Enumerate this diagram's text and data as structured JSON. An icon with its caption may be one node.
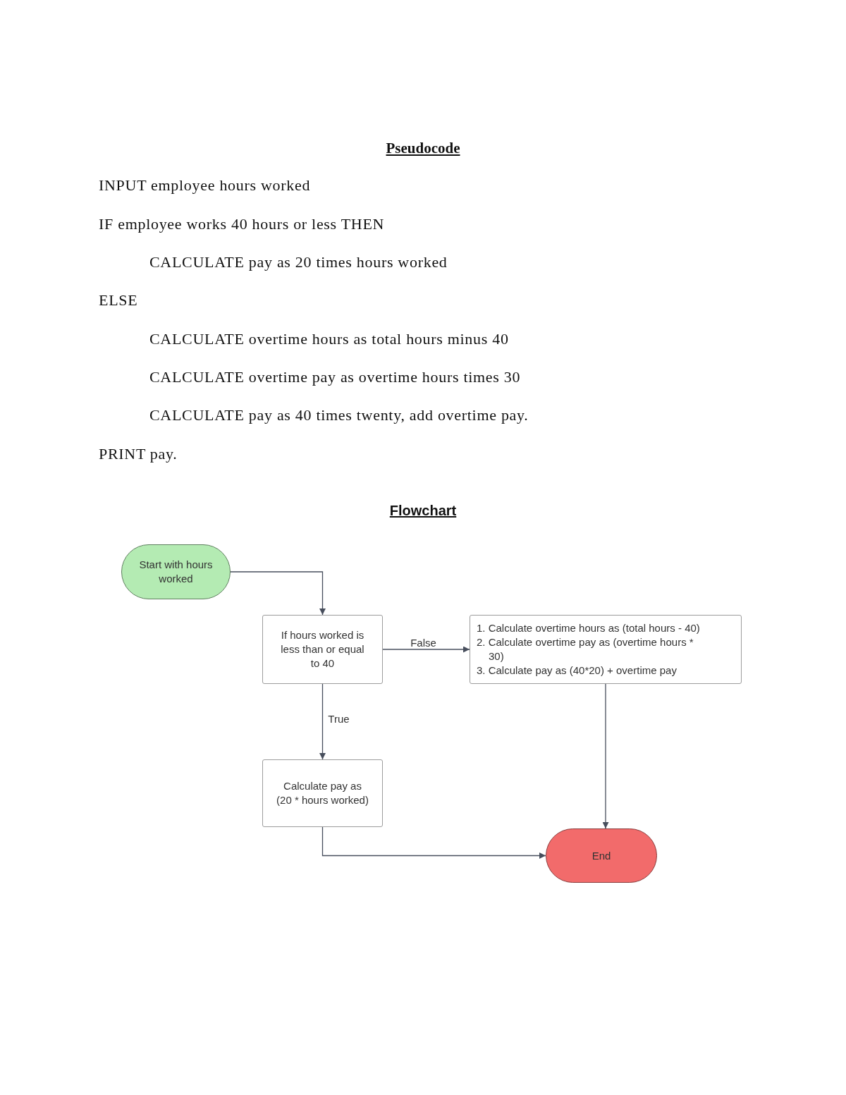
{
  "diagram": {
    "title": "Pseudocode",
    "nodes": [
      {
        "text": [
          "Start with hours worked"
        ]
      },
      {
        "text": [
          "If hours worked is less than or equal to 40"
        ]
      },
      {
        "text": [
          "1. Calculate overtime hours as (total hours - 40)",
          "2. Calculate overtime pay as (overtime hours * 30)",
          "3. Calculate pay as (40*20) + overtime pay"
        ]
      },
      {
        "text": [
          "Calculate pay as (20 * hours worked)"
        ]
      },
      {
        "text": [
          "End"
        ]
      }
    ],
    "edges": [
      {
        "from": 0,
        "to": 1,
        "arrow": "to"
      },
      {
        "from": 1,
        "to": 2,
        "arrow": "to",
        "label": "False"
      },
      {
        "from": 1,
        "to": 3,
        "arrow": "to",
        "label": "True"
      },
      {
        "from": 2,
        "to": 4,
        "arrow": "to"
      },
      {
        "from": 3,
        "to": 4,
        "arrow": "to"
      }
    ],
    "labels": [
      "INPUT employee hours worked",
      "IF employee works 40 hours or less THEN",
      "CALCULATE pay as 20 times hours worked",
      "ELSE",
      "CALCULATE overtime hours as total hours minus 40",
      "CALCULATE overtime pay as overtime hours times 30",
      "CALCULATE pay as 40 times twenty, add overtime pay.",
      "PRINT pay.",
      "Flowchart"
    ]
  }
}
